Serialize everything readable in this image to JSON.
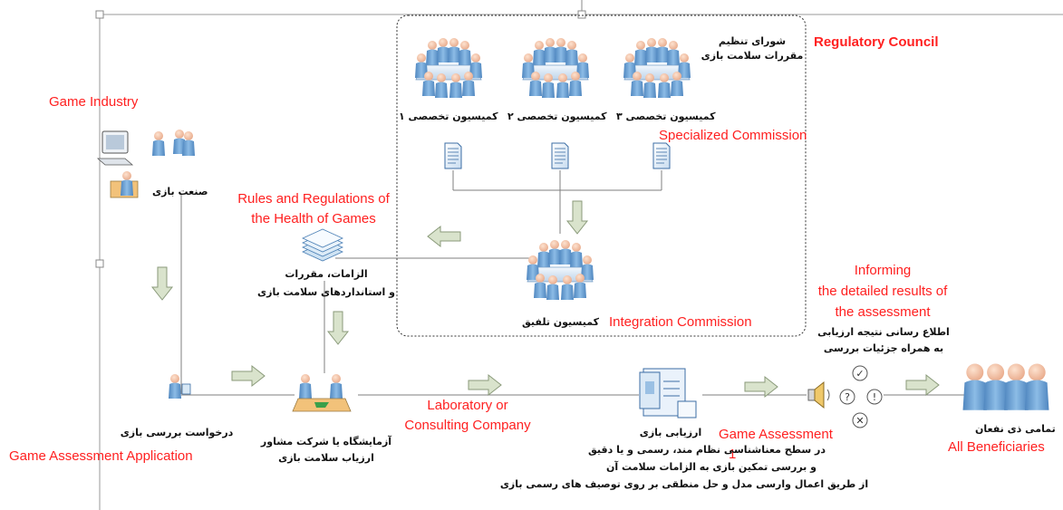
{
  "labels_en": {
    "regulatory_council": "Regulatory Council",
    "game_industry": "Game Industry",
    "specialized_commission": "Specialized Commission",
    "rules_line1": "Rules and Regulations of",
    "rules_line2": "the Health of Games",
    "informing_line1": "Informing",
    "informing_line2": "the detailed results of",
    "informing_line3": "the assessment",
    "integration_commission": "Integration Commission",
    "lab_line1": "Laboratory or",
    "lab_line2": "Consulting Company",
    "game_assessment": "Game Assessment",
    "footnote_1": "1",
    "all_beneficiaries": "All Beneficiaries",
    "game_assessment_application": "Game Assessment Application"
  },
  "labels_fa": {
    "council_line1": "شورای تنظیم",
    "council_line2": "مقررات سلامت بازی",
    "commission_1": "کمیسیون تخصصی ۱",
    "commission_2": "کمیسیون تخصصی ۲",
    "commission_3": "کمیسیون تخصصی ۳",
    "game_industry": "صنعت بازی",
    "rules_line1": "الزامات، مقررات",
    "rules_line2": "و استانداردهای سلامت بازی",
    "integration_commission": "کمیسیون تلفیق",
    "informing_line1": "اطلاع رسانی نتیجه ارزیابی",
    "informing_line2": "به همراه جزئیات بررسی",
    "request": "درخواست بررسی بازی",
    "lab_line1": "آزمایشگاه یا شرکت مشاور",
    "lab_line2": "ارزیاب سلامت بازی",
    "assessment_line1": "ارزیابی بازی",
    "assessment_line2": "در سطح معناشناسی نظام مند، رسمی و یا دقیق",
    "assessment_line3": "و بررسی تمکین بازی به الزامات سلامت آن",
    "assessment_line4": "از طریق اعمال وارسی مدل و حل منطقی بر روی توصیف های رسمی بازی",
    "all_beneficiaries": "تمامی ذی نفعان"
  },
  "status_symbols": [
    "✓",
    "?",
    "!",
    "✕"
  ],
  "icons": [
    "meeting-room-icon",
    "document-icon",
    "rules-stack-icon",
    "computer-workstation-icon",
    "person-icon",
    "handshake-icon",
    "assessment-report-icon",
    "speaker-icon",
    "people-group-icon",
    "arrow-icon"
  ],
  "colors": {
    "english_label": "#ff2020",
    "persian_label": "#111111",
    "arrow_fill": "#d9e3cc",
    "arrow_stroke": "#8a9a7a",
    "person_blue": "#6b9fd1",
    "table": "#e4eef8"
  }
}
